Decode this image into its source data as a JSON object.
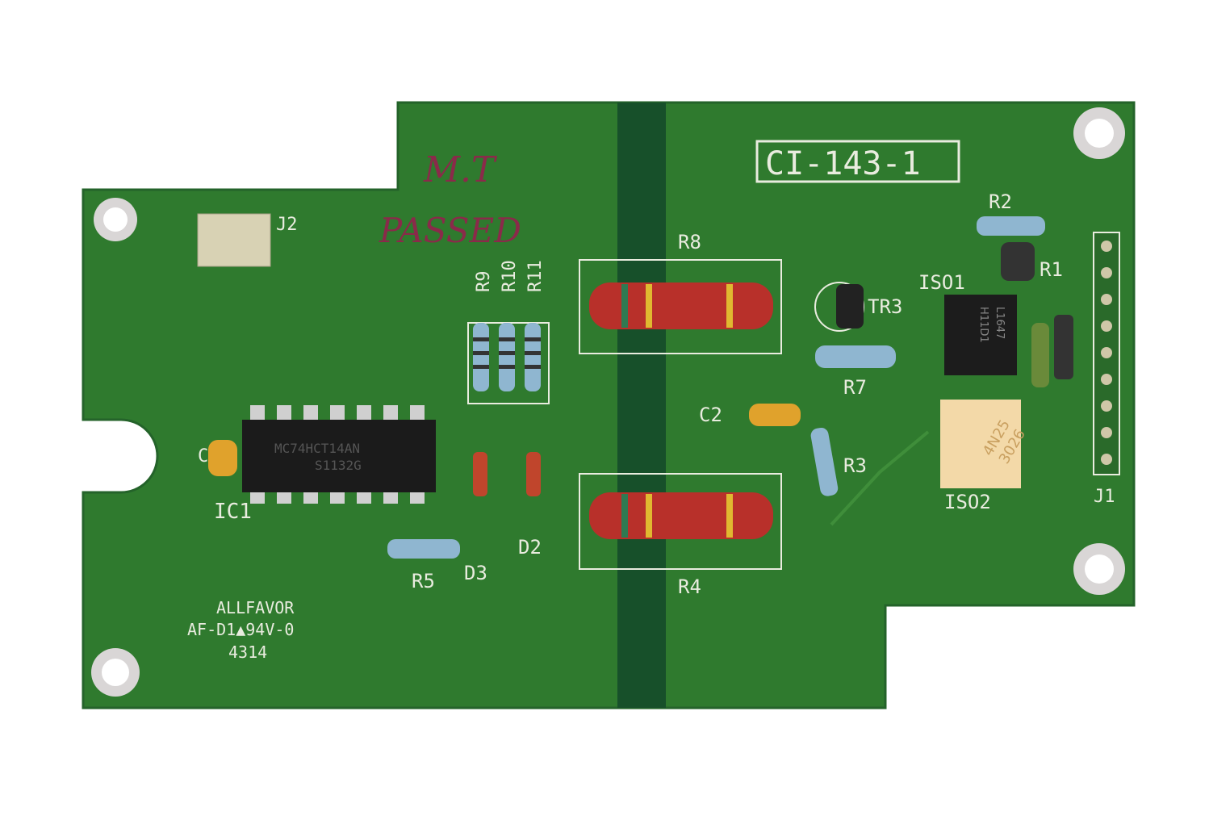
{
  "board": {
    "part_number": "CI-143-1",
    "handwritten_note": [
      "M.T",
      "PASSED"
    ],
    "manufacturer_marking": [
      "ALLFAVOR",
      "AF-D1▲94V-0",
      "4314"
    ],
    "colors": {
      "board": "#2f7a2e",
      "board_dark": "#1f5e26",
      "stripe": "#17502a",
      "silk": "#e9ecdf",
      "ink": "#8a2a4a"
    }
  },
  "labels": {
    "J2": "J2",
    "J1": "J1",
    "IC1": "IC1",
    "R8": "R8",
    "R4": "R4",
    "R9": "R9",
    "R10": "R10",
    "R11": "R11",
    "R2": "R2",
    "R1": "R1",
    "R7": "R7",
    "R3": "R3",
    "R5": "R5",
    "TR3": "TR3",
    "ISO1": "ISO1",
    "ISO2": "ISO2",
    "C2": "C2",
    "C1": "C",
    "D2": "D2",
    "D3": "D3"
  },
  "chips": {
    "ic1": [
      "MC74HCT14AN",
      "S1132G"
    ],
    "iso1": [
      "H11D1",
      "L1647"
    ],
    "iso2": [
      "4N25",
      "3026"
    ]
  }
}
